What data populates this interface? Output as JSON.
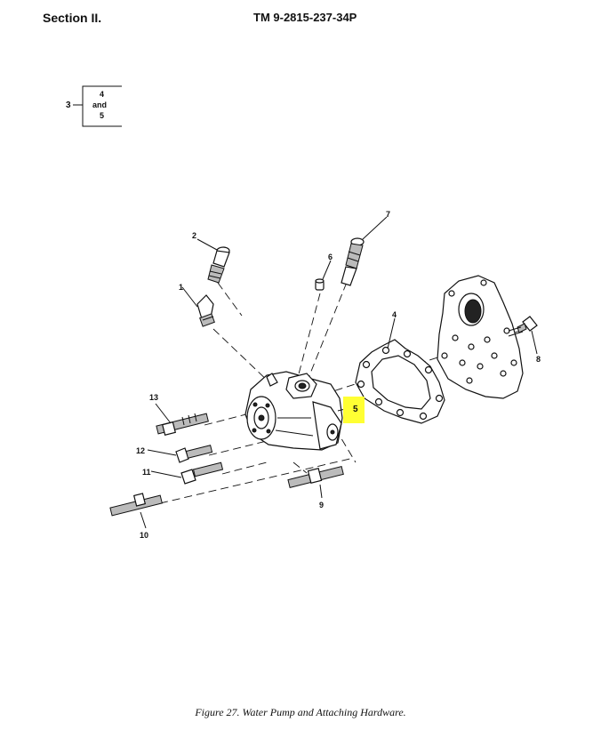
{
  "header": {
    "section": "Section II.",
    "tm_number": "TM 9-2815-237-34P"
  },
  "index_box": {
    "parent": "3",
    "line1": "4",
    "line2": "and",
    "line3": "5"
  },
  "callouts": {
    "c1": "1",
    "c2": "2",
    "c4": "4",
    "c5": "5",
    "c6": "6",
    "c7": "7",
    "c8": "8",
    "c9": "9",
    "c10": "10",
    "c11": "11",
    "c12": "12",
    "c13": "13"
  },
  "highlight_color": "#ffff33",
  "caption": "Figure 27. Water Pump and Attaching Hardware."
}
